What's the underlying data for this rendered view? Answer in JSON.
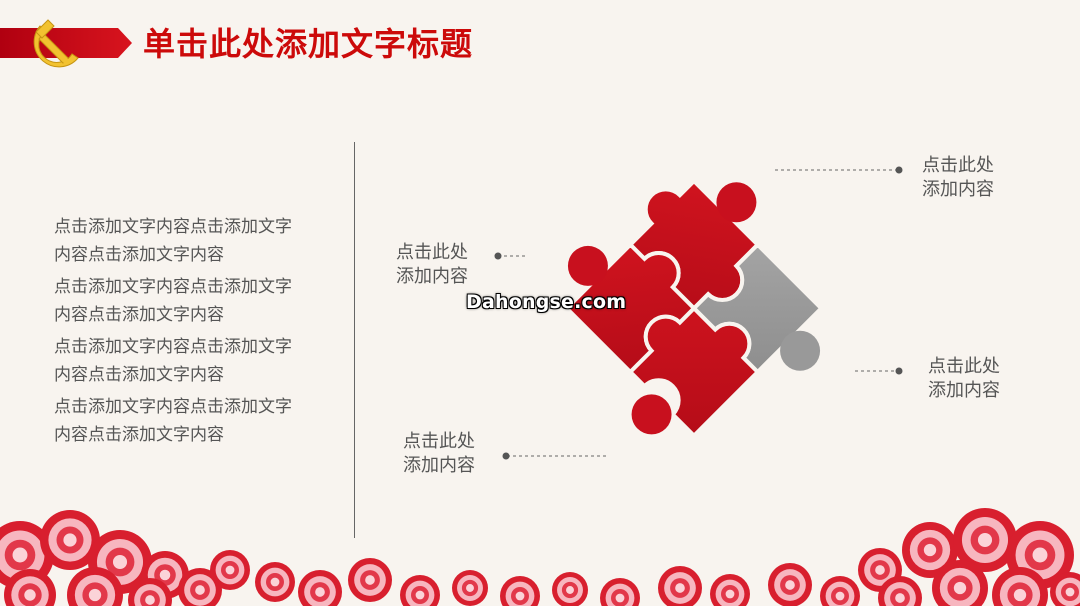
{
  "header": {
    "title": "单击此处添加文字标题",
    "emblem_icon": "hammer-sickle-icon",
    "ribbon_color": "#cc0a0a"
  },
  "left_text": {
    "paragraphs": [
      {
        "line1": "点击添加文字内容点击添加文字",
        "line2": "内容点击添加文字内容"
      },
      {
        "line1": "点击添加文字内容点击添加文字",
        "line2": "内容点击添加文字内容"
      },
      {
        "line1": "点击添加文字内容点击添加文字",
        "line2": "内容点击添加文字内容"
      },
      {
        "line1": "点击添加文字内容点击添加文字",
        "line2": "内容点击添加文字内容"
      }
    ]
  },
  "callouts": [
    {
      "line1": "点击此处",
      "line2": "添加内容"
    },
    {
      "line1": "点击此处",
      "line2": "添加内容"
    },
    {
      "line1": "点击此处",
      "line2": "添加内容"
    },
    {
      "line1": "点击此处",
      "line2": "添加内容"
    }
  ],
  "watermark": "Dahongse.com",
  "colors": {
    "red": "#c8101e",
    "gray": "#999999",
    "text": "#555555"
  }
}
